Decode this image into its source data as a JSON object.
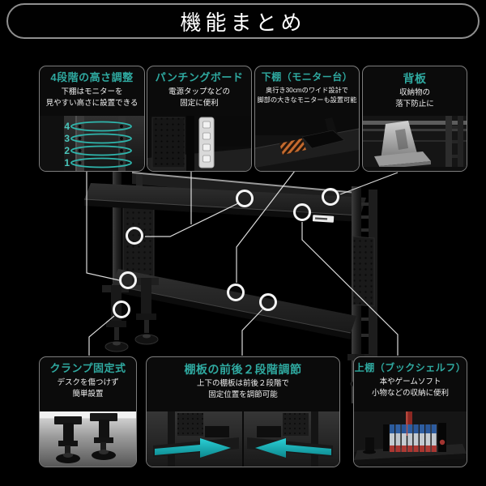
{
  "colors": {
    "background": "#000000",
    "accent_teal": "#2fa9a0",
    "arrow_teal": "#18b9bf",
    "marker_white": "#f5f5f5"
  },
  "header": {
    "title": "機能まとめ"
  },
  "features_top": [
    {
      "title": "4段階の高さ調整",
      "body": "下棚はモニターを\n見やすい高さに設置できる",
      "levels": [
        "4",
        "3",
        "2",
        "1"
      ]
    },
    {
      "title": "パンチングボード",
      "body": "電源タップなどの\n固定に便利"
    },
    {
      "title": "下棚（モニター台）",
      "body": "奥行き30cmのワイド設計で\n脚部の大きなモニターも設置可能"
    },
    {
      "title": "背板",
      "body": "収納物の\n落下防止に"
    }
  ],
  "features_bottom": [
    {
      "title": "クランプ固定式",
      "body": "デスクを傷つけず\n簡単設置"
    },
    {
      "title": "棚板の前後２段階調節",
      "body": "上下の棚板は前後２段階で\n固定位置を調節可能"
    },
    {
      "title": "上棚（ブックシェルフ）",
      "body": "本やゲームソフト\n小物などの収納に便利"
    }
  ]
}
